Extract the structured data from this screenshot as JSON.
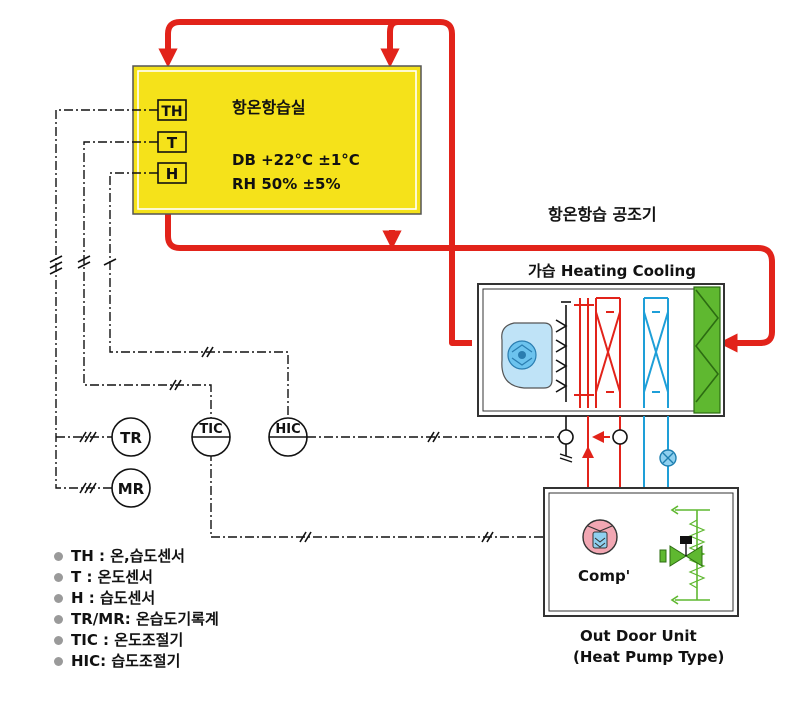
{
  "room": {
    "title": "항온항습실",
    "spec_db": "DB +22°C ±1°C",
    "spec_rh": "RH 50% ±5%",
    "sensor_th": "TH",
    "sensor_t": "T",
    "sensor_h": "H"
  },
  "ahu": {
    "title": "항온항습 공조기",
    "section_labels": "가습 Heating Cooling"
  },
  "instruments": {
    "tr": "TR",
    "mr": "MR",
    "tic": "TIC",
    "hic": "HIC"
  },
  "outdoor_unit": {
    "comp_label": "Comp'",
    "title_line1": "Out Door Unit",
    "title_line2": "(Heat Pump Type)"
  },
  "legend": [
    "TH  : 온,습도센서",
    "T    : 온도센서",
    "H    : 습도센서",
    "TR/MR: 온습도기록계",
    "TIC : 온도조절기",
    "HIC: 습도조절기"
  ],
  "colors": {
    "air_duct": "#e2231a",
    "room_fill": "#f5e21a",
    "refrigerant_hot": "#e2231a",
    "refrigerant_cold": "#1e9fd8",
    "filter": "#5fb830",
    "control_line": "#111111"
  }
}
